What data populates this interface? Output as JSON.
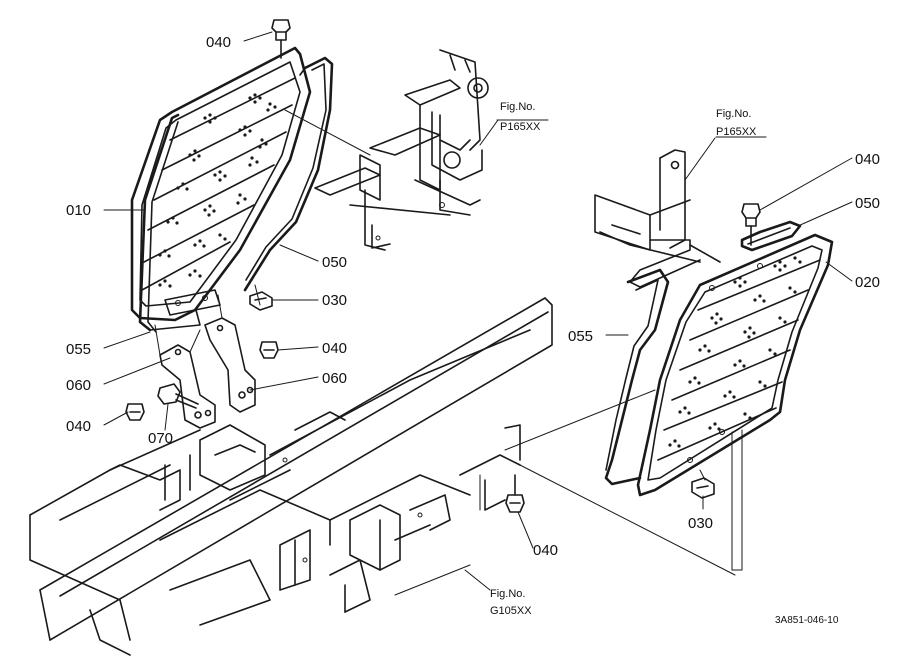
{
  "callouts": {
    "c040_top": "040",
    "c010": "010",
    "c050_left": "050",
    "c030_left": "030",
    "c055_left": "055",
    "c040_mid": "040",
    "c060_left": "060",
    "c060_right": "060",
    "c040_left": "040",
    "c070": "070",
    "c040_right_top": "040",
    "c050_right": "050",
    "c020": "020",
    "c055_right": "055",
    "c030_right": "030",
    "c040_bottom": "040"
  },
  "references": {
    "fig_left": {
      "line1": "Fig.No.",
      "line2": "P165XX"
    },
    "fig_right": {
      "line1": "Fig.No.",
      "line2": "P165XX"
    },
    "fig_bottom": {
      "line1": "Fig.No.",
      "line2": "G105XX"
    }
  },
  "drawing_code": "3A851-046-10"
}
